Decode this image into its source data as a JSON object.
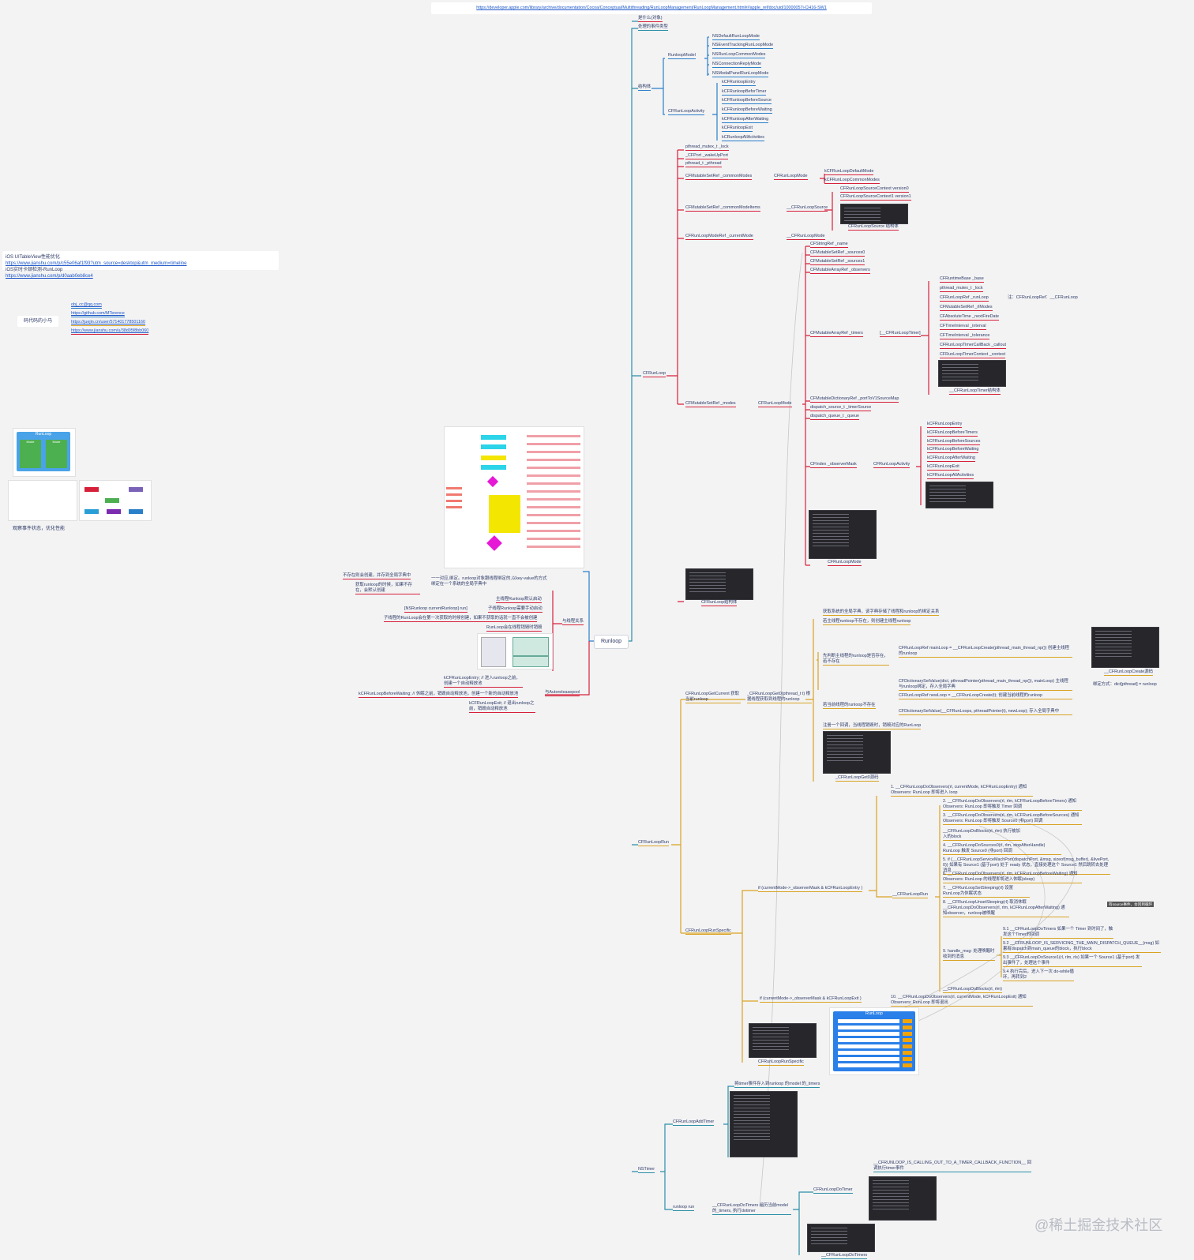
{
  "header_link": "https://developer.apple.com/library/archive/documentation/Cocoa/Conceptual/Multithreading/RunLoopManagement/RunLoopManagement.html#//apple_ref/doc/uid/10000057i-CH16-SW1",
  "root": "Runloop",
  "refs": [
    {
      "label": "iOS UITableView性能优化",
      "url": "https://www.jianshu.com/p/c55e06af1f93?utm_source=desktop&utm_medium=timeline"
    },
    {
      "label": "iOS实时卡顿检测-RunLoop",
      "url": "https://www.jianshu.com/p/d0aab0eb8ce4"
    }
  ],
  "author": {
    "label": "码代码的小马",
    "links": [
      "obj_cc@qq.com",
      "https://github.com/MTerence",
      "https://juejin.cn/user/571401778501160",
      "https://www.jianshu.com/u/38d05f8bb060"
    ]
  },
  "observe_caption": "观察事件状态，优化性能",
  "runloop_card": {
    "title": "RunLoop",
    "mode_left": "Mode",
    "mode_right": "Mode"
  },
  "top_branch": {
    "items": [
      "是什么(对象)",
      "处理的事件类型"
    ],
    "struct_label": "结构体",
    "runloop_model": "RunloopModel",
    "modes": [
      "NSDefaultRunLoopMode",
      "NSEventTrackingRunLoopMode",
      "NSRunLoopCommonModes",
      "NSConnectionReplyMode",
      "NSModalPanelRunLoopMode"
    ],
    "activity": "CFRunLoopActivity",
    "activities": [
      "kCFRunloopEntry",
      "kCFRunloopBeforTimer",
      "kCFRunloopBeforeSource",
      "kCFRunloopBeforeWaiting",
      "kCFRunloopAfterWaiting",
      "kCFRunloopExit",
      "kCRunloopAllActivities"
    ]
  },
  "cfrunloop": {
    "label": "CFRunLoop",
    "fields": [
      "pthread_mutex_t _lock",
      "_CFPort _wakeUpPort",
      "pthread_t _pthread"
    ],
    "common_modes": "CFMutableSetRef _commonModes",
    "common_modes_type": "CFRunLoopMode",
    "common_modes_values": [
      "kCFRunLoopDefaultMode",
      "kCFRunLoopCommonModes"
    ],
    "common_items": "CFMutableSetRef _commonModeItems",
    "source_label": "__CFRunLoopSource",
    "source_versions": [
      "CFRunLoopSourceContext version0",
      "CFRunLoopSourceContext1 version1"
    ],
    "source_caption": "CFRunLoopSource 结构体",
    "current_mode": "CFRunLoopModeRef _currentMode",
    "current_mode_type": "__CFRunLoopMode",
    "mode_fields": [
      "CFStringRef _name",
      "CFMutableSetRef _sources0",
      "CFMutableSetRef _sources1",
      "CFMutableArrayRef _observers"
    ],
    "timers": "CFMutableArrayRef _timers",
    "timer_type": "[__CFRunLoopTimer]",
    "timer_fields": [
      "CFRuntimeBase _base",
      "pthread_mutex_t _lock",
      "CFRunLoopRef _runLoop",
      "CFMutableSetRef _rlModes",
      "CFAbsoluteTime _nextFireDate",
      "CFTimeInterval _interval",
      "CFTimeInterval _tolerance",
      "CFRunLoopTimerCallBack _callout",
      "CFRunLoopTimerContext _context"
    ],
    "timer_note": "注：CFRunLoopRef：__CFRunLoop",
    "timer_caption": "__CFRunLoopTimer结构体",
    "modes": "CFMutableSetRef _modes",
    "modes_type": "CFRunLoopMode",
    "mode_more": [
      "CFMutableDictionaryRef _portToV1SourceMap",
      "dispatch_source_t _timerSource",
      "dispatch_queue_t _queue"
    ],
    "observer_mask": "CFIndex _observerMask",
    "observer_type": "CFRunLoopActivity",
    "observer_values": [
      "kCFRunLoopEntry",
      "kCFRunLoopBeforeTimers",
      "kCFRunLoopBeforeSources",
      "kCFRunLoopBeforeWaiting",
      "kCFRunLoopAfterWaiting",
      "kCFRunLoopExit",
      "kCFRunLoopAllActivities"
    ],
    "mode_caption": "CFRunLoopMode",
    "struct_caption": "CFRunLoop结构体"
  },
  "thread_branch": {
    "label": "与线程关系",
    "items": [
      "不存在则会创建，并存到全局字典中",
      "获取runloop的时候，如果不存在，会默认创建",
      "一一对应,绑定。runloop对象跟线程绑定的,以key-value的方式绑定在一个系统的全局字典中",
      "主线程Runloop默认启动",
      "[NSRunloop currentRunloop] run]",
      "子线程Runloop需要手动启动",
      "子线程的RunLoop会在第一次获取的时候创建，如果不获取的话就一直不会被创建",
      "RunLoop会在线程销毁时销毁"
    ]
  },
  "autorelease_branch": {
    "label": "与Autoreleasepool",
    "items": [
      "kCFRunLoopEntry; // 进入runloop之前，创建一个自动释放池",
      "kCFRunLoopBeforeWaiting; // 休眠之前，销毁自动释放池，创建一个新的自动释放池",
      "kCFRunLoopExit; // 退出runloop之前，销毁自动释放池"
    ]
  },
  "run_branch": {
    "label": "CFRunLoopRun",
    "get_current": "CFRunLoopGetCurrent 获取当前runloop",
    "get0": "_CFRunLoopGet0(pthread_t t) 根据线程获取到线程的runloop",
    "get0_notes": [
      "获取系统的全局字典，该字典存储了线程和runloop的绑定关系",
      "若主线程runloop不存在，则创建主线程runloop",
      "先判断主线程的runloop是否存在，若不存在",
      "CFRunLoopRef mainLoop = __CFRunLoopCreate(pthread_main_thread_np()) 创建主线程的runloop",
      "CFDictionarySetValue(dict, pthreadPointer(pthread_main_thread_np()), mainLoop) 主线程与runloop绑定，存入全局字典",
      "若当前线程的runloop不存在",
      "CFRunLoopRef newLoop = __CFRunLoopCreate(t); 创建当前线程的runloop",
      "CFDictionarySetValue(__CFRunLoops, pthreadPointer(t), newLoop); 存入全局字典中",
      "注册一个回调，当线程销毁时，销毁对应的RunLoop"
    ],
    "create_caption": "__CFRunLoopCreate源码",
    "bind_note": "绑定方式：dict[pthread] = runloop",
    "get0_caption": "_CFRunLoopGet0源码",
    "specific": "CFRunLoopRunSpecific",
    "cond_entry": "if (currentMode->_observerMask & kCFRunLoopEntry )",
    "cond_exit": "if (currentMode->_observerMask & kCFRunLoopExit )",
    "run_label": "__CFRunLoopRun",
    "steps": [
      "1. __CFRunLoopDoObservers(rl, currentMode, kCFRunLoopEntry) 通知 Observers: RunLoop 即将进入 loop",
      "2. __CFRunLoopDoObservers(rl, rlm, kCFRunLoopBeforeTimers) 通知 Observers: RunLoop 即将触发 Timer 回调",
      "3. __CFRunLoopDoObservers(rl, rlm, kCFRunLoopBeforeSources) 通知 Observers: RunLoop 即将触发 Source0 (非port) 回调",
      "__CFRunLoopDoBlocks(rl, rlm) 执行被加入的block",
      "4. __CFRunLoopDoSources0(rl, rlm, stopAfterHandle) RunLoop 触发 Source0 (非port) 回调",
      "5. if (__CFRunLoopServiceMachPort(dispatchPort, &msg, sizeof(msg_buffer), &livePort, 0)) 如果有 Source1 (基于port) 处于 ready 状态，直接处理这个 Source1 然后跳转去处理消息",
      "6. __CFRunLoopDoObservers(rl, rlm, kCFRunLoopBeforeWaiting) 通知 Observers: RunLoop 的线程即将进入休眠(sleep)",
      "7. __CFRunLoopSetSleeping(rl) 设置RunLoop为休眠状态",
      "8. __CFRunLoopUnsetSleeping(rl) 取消休眠 __CFRunLoopDoObservers(rl, rlm, kCFRunLoopAfterWaiting) 通知observer，runloop被唤醒",
      "9. handle_msg: 处理唤醒时收到的消息",
      "9.1 __CFRunLoopDoTimers 如果一个 Timer 到时间了，触发这个Timer的回调",
      "9.2 __CFRUNLOOP_IS_SERVICING_THE_MAIN_DISPATCH_QUEUE__(msg) 如果有dispatch到main_queue的block，执行block",
      "9.3 __CFRunLoopDoSource1(rl, rlm, rls) 如果一个 Source1 (基于port) 发出事件了，处理这个事件",
      "9.4 执行完后，进入下一次 do-while循环，再转到2",
      "__CFRunLoopDoBlocks(rl, rlm)",
      "10. __CFRunLoopDoObservers(rl, currentMode, kCFRunLoopExit) 通知 Observers: RunLoop 即将退出"
    ],
    "tag": "有source事件，会回到循环",
    "specific_caption": "CFRunLoopRunSpecific",
    "diagram_title": "RunLoop"
  },
  "timer_branch": {
    "label": "NSTimer",
    "add": "CFRunLoopAddTimer",
    "add_note": "将timer事件存入到runloop 的model 的_timers",
    "run": "runloop run",
    "do_timers": "__CFRunLoopDoTimers 遍历当前model的_timers, 执行dotimer",
    "do_timer": "CFRunLoopDoTimer",
    "callout": "__CFRUNLOOP_IS_CALLING_OUT_TO_A_TIMER_CALLBACK_FUNCTION__ 回调执行timer事件",
    "do_timers_caption": "__CFRunLoopDoTimers"
  },
  "watermark": "@稀土掘金技术社区",
  "colors": {
    "red": "#d6203a",
    "blue": "#2a7fc9",
    "yellow": "#d9a321",
    "teal": "#2b8fa6"
  }
}
